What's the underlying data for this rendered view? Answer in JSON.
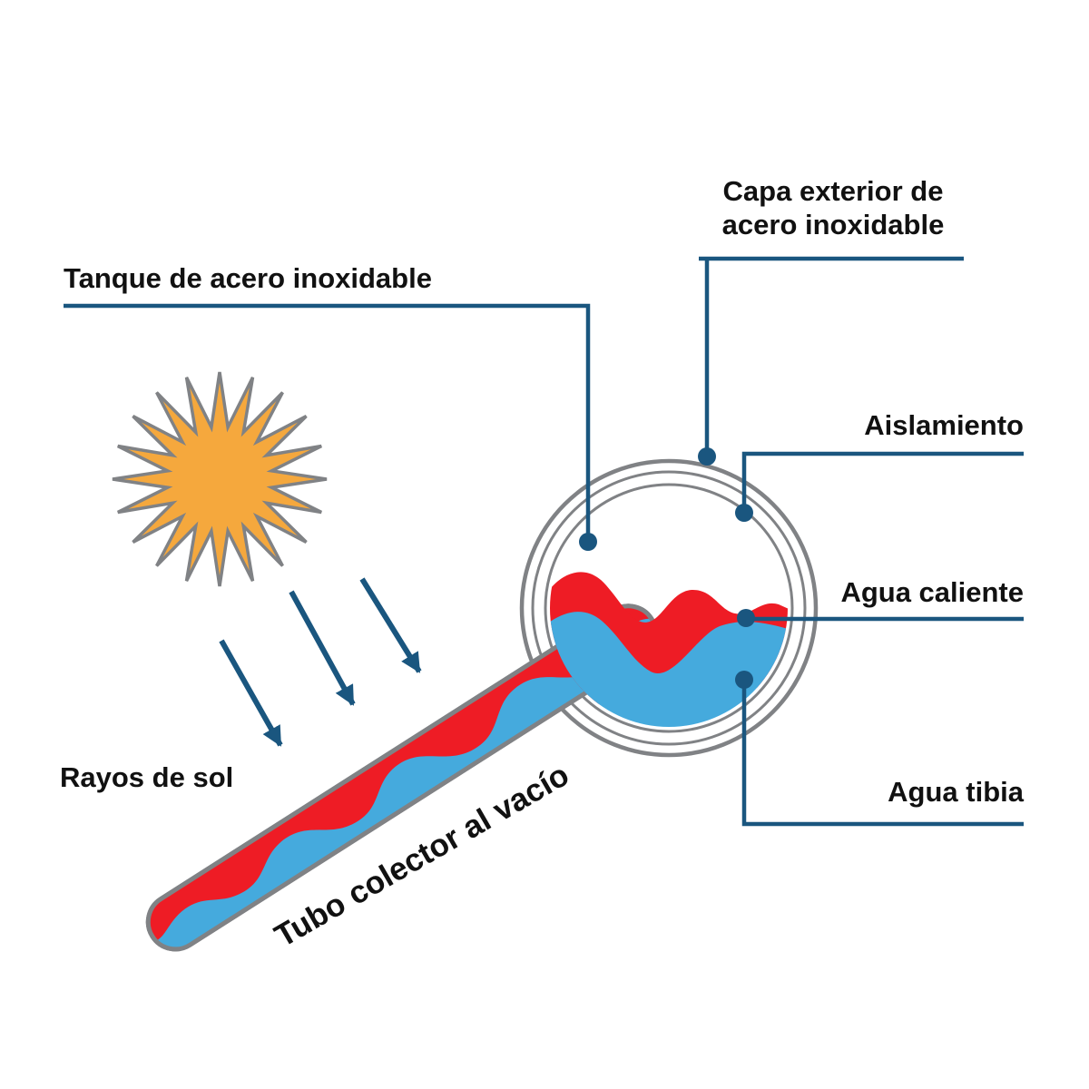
{
  "diagram": {
    "labels": {
      "tank": "Tanque de acero inoxidable",
      "outer_layer": "Capa exterior de acero inoxidable",
      "insulation": "Aislamiento",
      "hot_water": "Agua caliente",
      "warm_water": "Agua tibia",
      "sun_rays": "Rayos de sol",
      "vacuum_tube": "Tubo colector al vacío"
    },
    "colors": {
      "line": "#1a567f",
      "hot": "#ee1c25",
      "cold": "#45aadd",
      "sun": "#f5a83d",
      "outline": "#808285",
      "text": "#111111"
    }
  }
}
